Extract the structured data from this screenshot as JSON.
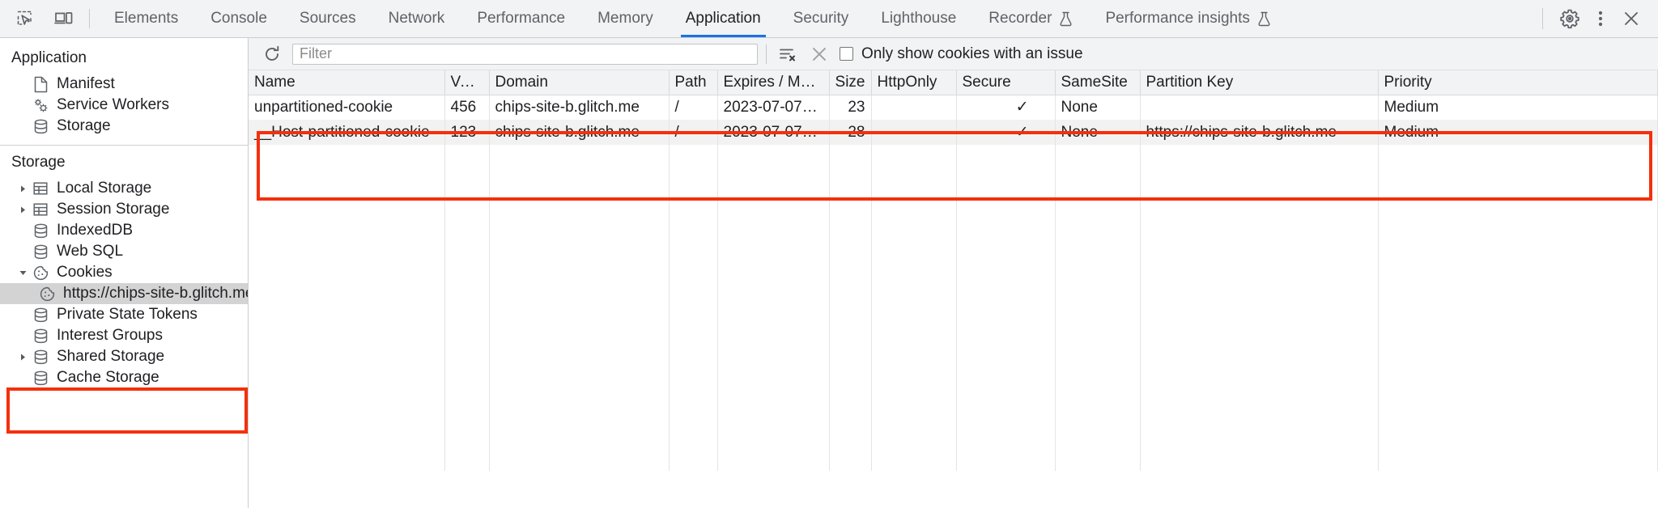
{
  "toolbar": {
    "inspect_icon": "inspect-cursor-icon",
    "device_icon": "device-toolbar-icon",
    "tabs": [
      {
        "label": "Elements",
        "active": false,
        "experimental": false
      },
      {
        "label": "Console",
        "active": false,
        "experimental": false
      },
      {
        "label": "Sources",
        "active": false,
        "experimental": false
      },
      {
        "label": "Network",
        "active": false,
        "experimental": false
      },
      {
        "label": "Performance",
        "active": false,
        "experimental": false
      },
      {
        "label": "Memory",
        "active": false,
        "experimental": false
      },
      {
        "label": "Application",
        "active": true,
        "experimental": false
      },
      {
        "label": "Security",
        "active": false,
        "experimental": false
      },
      {
        "label": "Lighthouse",
        "active": false,
        "experimental": false
      },
      {
        "label": "Recorder",
        "active": false,
        "experimental": true
      },
      {
        "label": "Performance insights",
        "active": false,
        "experimental": true
      }
    ],
    "settings_icon": "gear-icon",
    "more_icon": "kebab-menu-icon",
    "close_icon": "close-icon",
    "active_tab_color": "#1a73e8"
  },
  "sidebar": {
    "sections": [
      {
        "title": "Application",
        "items": [
          {
            "label": "Manifest",
            "icon": "manifest-document-icon",
            "twisty": "none",
            "selected": false
          },
          {
            "label": "Service Workers",
            "icon": "service-workers-gears-icon",
            "twisty": "none",
            "selected": false
          },
          {
            "label": "Storage",
            "icon": "database-icon",
            "twisty": "none",
            "selected": false
          }
        ]
      },
      {
        "title": "Storage",
        "items": [
          {
            "label": "Local Storage",
            "icon": "table-grid-icon",
            "twisty": "collapsed",
            "selected": false
          },
          {
            "label": "Session Storage",
            "icon": "table-grid-icon",
            "twisty": "collapsed",
            "selected": false
          },
          {
            "label": "IndexedDB",
            "icon": "database-icon",
            "twisty": "none",
            "selected": false
          },
          {
            "label": "Web SQL",
            "icon": "database-icon",
            "twisty": "none",
            "selected": false
          },
          {
            "label": "Cookies",
            "icon": "cookie-icon",
            "twisty": "expanded",
            "selected": false
          },
          {
            "label": "https://chips-site-b.glitch.me",
            "icon": "cookie-icon",
            "twisty": "none",
            "selected": true,
            "depth": 2
          },
          {
            "label": "Private State Tokens",
            "icon": "database-icon",
            "twisty": "none",
            "selected": false
          },
          {
            "label": "Interest Groups",
            "icon": "database-icon",
            "twisty": "none",
            "selected": false
          },
          {
            "label": "Shared Storage",
            "icon": "database-icon",
            "twisty": "collapsed",
            "selected": false
          },
          {
            "label": "Cache Storage",
            "icon": "database-icon",
            "twisty": "none",
            "selected": false
          }
        ]
      }
    ]
  },
  "filter_bar": {
    "refresh_icon": "refresh-icon",
    "filter_placeholder": "Filter",
    "filter_value": "",
    "clear_filtered_icon": "clear-filtered-icon",
    "clear_all_icon": "clear-all-x-icon",
    "issue_checkbox_label": "Only show cookies with an issue",
    "issue_checkbox_checked": false
  },
  "cookies_table": {
    "columns": [
      {
        "key": "name",
        "label": "Name",
        "align": "left"
      },
      {
        "key": "value",
        "label": "Value",
        "align": "left"
      },
      {
        "key": "domain",
        "label": "Domain",
        "align": "left"
      },
      {
        "key": "path",
        "label": "Path",
        "align": "left"
      },
      {
        "key": "expires",
        "label": "Expires / M…",
        "align": "left"
      },
      {
        "key": "size",
        "label": "Size",
        "align": "right"
      },
      {
        "key": "httponly",
        "label": "HttpOnly",
        "align": "left"
      },
      {
        "key": "secure",
        "label": "Secure",
        "align": "right"
      },
      {
        "key": "samesite",
        "label": "SameSite",
        "align": "left"
      },
      {
        "key": "partition_key",
        "label": "Partition Key",
        "align": "left"
      },
      {
        "key": "priority",
        "label": "Priority",
        "align": "left"
      }
    ],
    "rows": [
      {
        "name": "unpartitioned-cookie",
        "value": "456",
        "domain": "chips-site-b.glitch.me",
        "path": "/",
        "expires": "2023-07-07…",
        "size": "23",
        "httponly": "",
        "secure": "✓",
        "samesite": "None",
        "partition_key": "",
        "priority": "Medium"
      },
      {
        "name": "__Host-partitioned-cookie",
        "value": "123",
        "domain": "chips-site-b.glitch.me",
        "path": "/",
        "expires": "2023-07-07…",
        "size": "28",
        "httponly": "",
        "secure": "✓",
        "samesite": "None",
        "partition_key": "https://chips-site-b.glitch.me",
        "priority": "Medium"
      }
    ]
  },
  "annotations": {
    "highlight_color": "#f4300c",
    "regions": [
      "cookies-tree-highlight",
      "cookies-table-highlight"
    ]
  }
}
